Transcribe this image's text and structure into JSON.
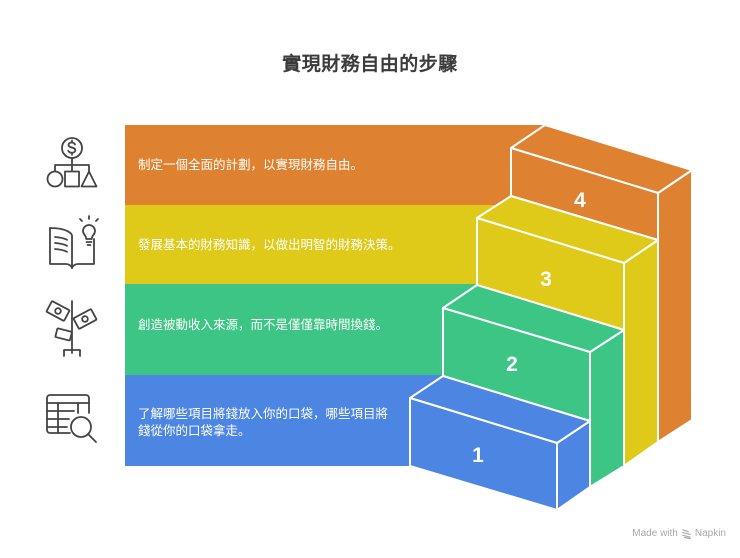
{
  "title": "實現財務自由的步驟",
  "colors": {
    "step4": "#DE8231",
    "step3": "#DFCA1A",
    "step2": "#3CC584",
    "step1": "#4D86E2",
    "edge": "#ffffff",
    "text_dark": "#3b3b3b"
  },
  "steps": [
    {
      "number": "1",
      "text": "了解哪些項目將錢放入你的口袋，哪些項目將錢從你的口袋拿走。",
      "icon": "spreadsheet-magnifier-icon",
      "color": "#4D86E2"
    },
    {
      "number": "2",
      "text": "創造被動收入來源，而不是僅僅靠時間換錢。",
      "icon": "money-plant-icon",
      "color": "#3CC584"
    },
    {
      "number": "3",
      "text": "發展基本的財務知識，以做出明智的財務決策。",
      "icon": "book-lightbulb-icon",
      "color": "#DFCA1A"
    },
    {
      "number": "4",
      "text": "制定一個全面的計劃，以實現財務自由。",
      "icon": "dollar-hierarchy-icon",
      "color": "#DE8231"
    }
  ],
  "footer": {
    "prefix": "Made with",
    "brand": "Napkin"
  }
}
